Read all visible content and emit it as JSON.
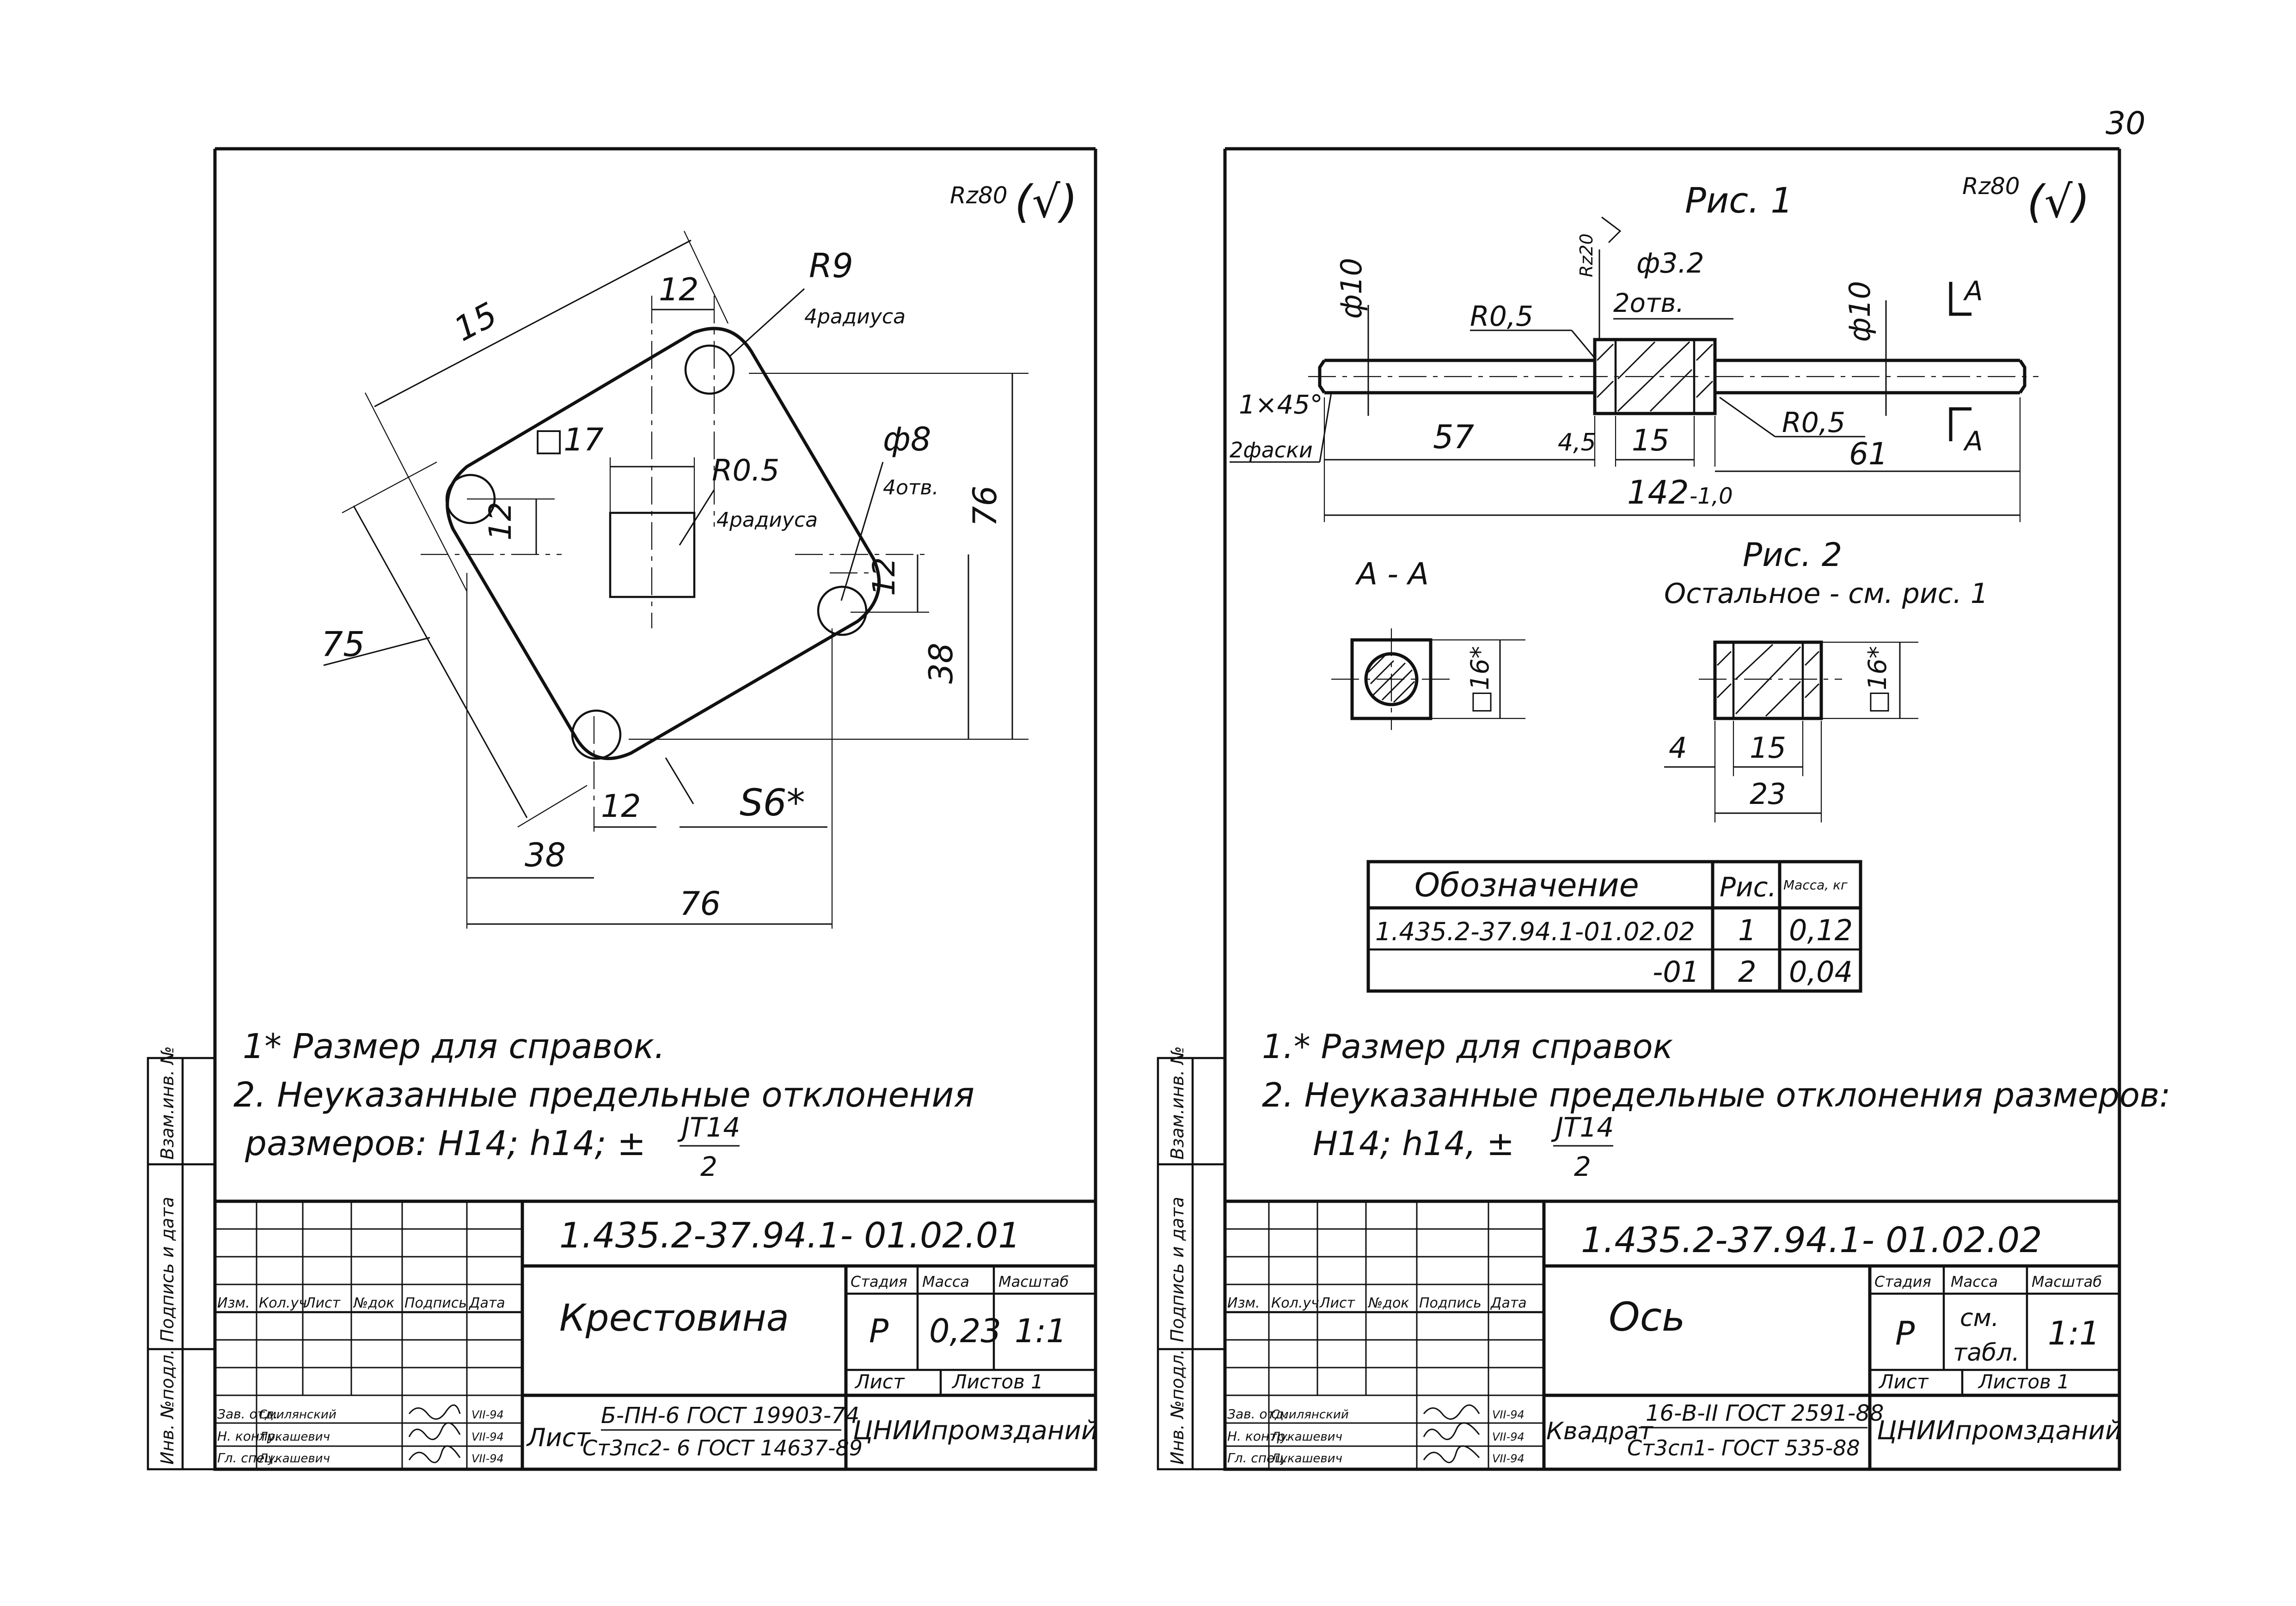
{
  "page_number": "30",
  "sheet_left": {
    "roughness": "Rz80",
    "roughness_mark": "(√)",
    "dims": {
      "d15": "15",
      "d12_top": "12",
      "r9": "R9",
      "r9_note": "4радиуса",
      "sq17": "□17",
      "r05": "R0.5",
      "r05_note": "4радиуса",
      "phi8": "ф8",
      "phi8_note": "4отв.",
      "d12_left": "12",
      "d12_right": "12",
      "d76_v": "76",
      "d38_v": "38",
      "d75": "75",
      "d12_bottom": "12",
      "s6": "S6*",
      "d38_h": "38",
      "d76_h": "76"
    },
    "notes": [
      "1* Размер для справок.",
      "2. Неуказанные предельные отклонения",
      "размеров:  H14;  h14;  ±"
    ],
    "tolerance_num": "JT14",
    "tolerance_den": "2",
    "side_stamp": [
      "Инв. №подл.",
      "Подпись и дата",
      "Взам.инв. №"
    ],
    "title_block": {
      "designation": "1.435.2-37.94.1- 01.02.01",
      "name": "Крестовина",
      "headers": [
        "Изм.",
        "Кол.уч",
        "Лист",
        "№док",
        "Подпись",
        "Дата"
      ],
      "people": [
        {
          "role": "Зав. отд.",
          "name": "Смилянский",
          "date": "VII-94"
        },
        {
          "role": "Н. контр.",
          "name": "Лукашевич",
          "date": "VII-94"
        },
        {
          "role": "Гл. спец.",
          "name": "Лукашевич",
          "date": "VII-94"
        }
      ],
      "stage_label": "Стадия",
      "mass_label": "Масса",
      "scale_label": "Масштаб",
      "stage": "Р",
      "mass": "0,23",
      "scale": "1:1",
      "sheet_label": "Лист",
      "sheets_label": "Листов 1",
      "material_prefix": "Лист",
      "material_top": "Б-ПН-6 ГОСТ 19903-74",
      "material_bottom": "Ст3пс2- 6 ГОСТ 14637-89",
      "org": "ЦНИИпромзданий"
    }
  },
  "sheet_right": {
    "fig1": "Рис. 1",
    "roughness": "Rz80",
    "roughness_mark": "(√)",
    "dims": {
      "phi10_left": "ф10",
      "rz20": "Rz20",
      "phi32": "ф3.2",
      "phi32_note": "2отв.",
      "phi10_right": "ф10",
      "r05_left": "R0,5",
      "r05_right": "R0,5",
      "chamfer": "1×45°",
      "chamfer_note": "2фаски",
      "d57": "57",
      "d45": "4,5",
      "d15": "15",
      "d61": "61",
      "d142": "142",
      "d142_tol": "-1,0",
      "sec_a": "A"
    },
    "section_label": "А - А",
    "sq16": "□16*",
    "fig2": "Рис. 2",
    "fig2_note": "Остальное - см. рис. 1",
    "fig2_dims": {
      "d4": "4",
      "d15": "15",
      "d23": "23",
      "sq16": "□16*"
    },
    "table": {
      "headers": [
        "Обозначение",
        "Рис.",
        "Масса, кг"
      ],
      "rows": [
        [
          "1.435.2-37.94.1-01.02.02",
          "1",
          "0,12"
        ],
        [
          "-01",
          "2",
          "0,04"
        ]
      ]
    },
    "notes": [
      "1.* Размер для справок",
      "2. Неуказанные предельные отклонения размеров:",
      "H14;  h14,  ±"
    ],
    "tolerance_num": "JT14",
    "tolerance_den": "2",
    "side_stamp": [
      "Инв. №подл.",
      "Подпись и дата",
      "Взам.инв. №"
    ],
    "title_block": {
      "designation": "1.435.2-37.94.1- 01.02.02",
      "name": "Ось",
      "headers": [
        "Изм.",
        "Кол.уч",
        "Лист",
        "№док",
        "Подпись",
        "Дата"
      ],
      "people": [
        {
          "role": "Зав. отд.",
          "name": "Смилянский",
          "date": "VII-94"
        },
        {
          "role": "Н. контр.",
          "name": "Лукашевич",
          "date": "VII-94"
        },
        {
          "role": "Гл. спец.",
          "name": "Лукашевич",
          "date": "VII-94"
        }
      ],
      "stage_label": "Стадия",
      "mass_label": "Масса",
      "scale_label": "Масштаб",
      "stage": "Р",
      "mass_top": "см.",
      "mass_bottom": "табл.",
      "scale": "1:1",
      "sheet_label": "Лист",
      "sheets_label": "Листов 1",
      "material_prefix": "Квадрат",
      "material_top": "16-В-II ГОСТ 2591-88",
      "material_bottom": "Ст3сп1- ГОСТ 535-88",
      "org": "ЦНИИпромзданий"
    }
  }
}
